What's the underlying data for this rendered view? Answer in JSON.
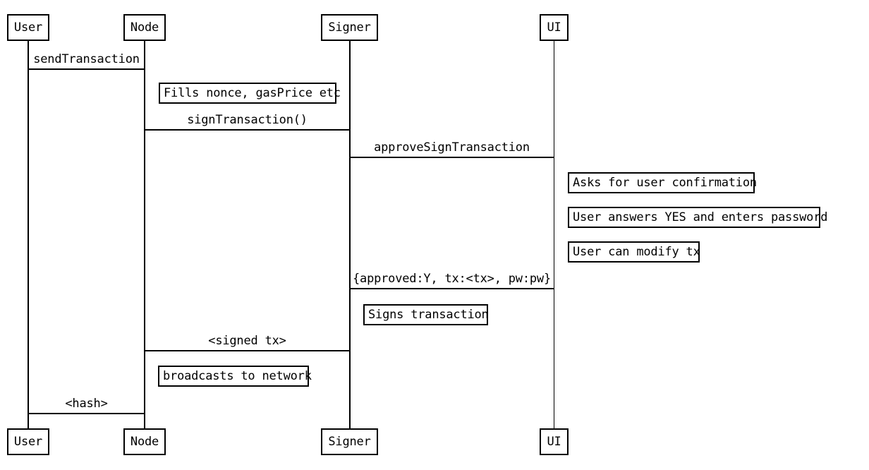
{
  "diagram_type": "sequence-diagram",
  "colors": {
    "stroke": "#000000",
    "background": "#ffffff"
  },
  "actors": [
    {
      "name": "User"
    },
    {
      "name": "Node"
    },
    {
      "name": "Signer"
    },
    {
      "name": "UI"
    }
  ],
  "messages": [
    {
      "from": "User",
      "to": "Node",
      "label": "sendTransaction"
    },
    {
      "from": "Node",
      "to": "Signer",
      "label": "signTransaction()"
    },
    {
      "from": "Signer",
      "to": "UI",
      "label": "approveSignTransaction"
    },
    {
      "from": "UI",
      "to": "Signer",
      "label": "{approved:Y, tx:<tx>, pw:pw}"
    },
    {
      "from": "Signer",
      "to": "Node",
      "label": "<signed tx>"
    },
    {
      "from": "Node",
      "to": "User",
      "label": "<hash>"
    }
  ],
  "notes": [
    {
      "actor": "Node",
      "text": "Fills nonce, gasPrice etc"
    },
    {
      "actor": "UI",
      "text": "Asks for user confirmation"
    },
    {
      "actor": "UI",
      "text": "User answers YES and enters password"
    },
    {
      "actor": "UI",
      "text": "User can modify tx"
    },
    {
      "actor": "Signer",
      "text": "Signs transaction"
    },
    {
      "actor": "Node",
      "text": "broadcasts to network"
    }
  ]
}
